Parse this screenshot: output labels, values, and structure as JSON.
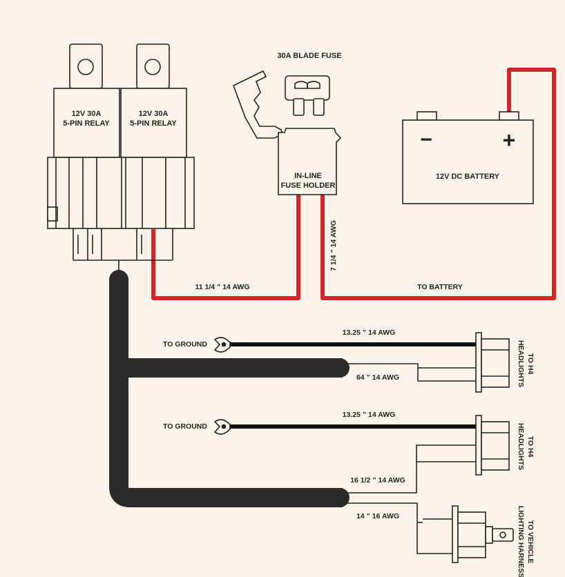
{
  "labels": {
    "fuse": "30A BLADE FUSE",
    "relay1": [
      "12V 30A",
      "5-PIN RELAY"
    ],
    "relay2": [
      "12V 30A",
      "5-PIN RELAY"
    ],
    "fuse_holder": [
      "IN-LINE",
      "FUSE HOLDER"
    ],
    "battery": "12V DC BATTERY",
    "battery_minus": "−",
    "battery_plus": "+",
    "wire_relay_fuse": "11 1/4 ” 14 AWG",
    "wire_fuse_vert": "7 1/4 ” 14 AWG",
    "to_battery": "TO BATTERY",
    "ground1": "TO GROUND",
    "wire_ground1": "13.25 ” 14 AWG",
    "wire_h1": "64 ” 14 AWG",
    "headlights1": [
      "TO H4",
      "HEADLIGHTS"
    ],
    "ground2": "TO GROUND",
    "wire_ground2": "13.25 ” 14 AWG",
    "wire_h2": "16 1/2 ” 14 AWG",
    "headlights2": [
      "TO H4",
      "HEADLIGHTS"
    ],
    "wire_vehicle": "14 ” 16 AWG",
    "vehicle": [
      "TO VEHICLE",
      "LIGHTING HARNESS"
    ]
  },
  "colors": {
    "background": "#fbf4ea",
    "wire_red": "#d8232a",
    "harness": "#2b2b2b",
    "outline": "#222222"
  }
}
